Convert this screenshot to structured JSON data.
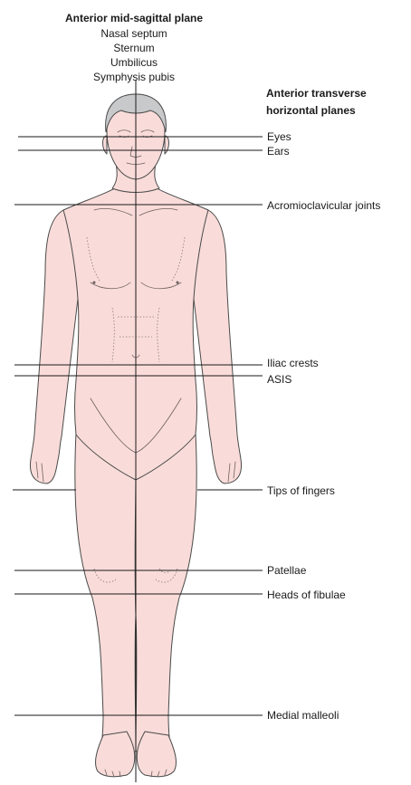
{
  "sagittal": {
    "title": "Anterior mid-sagittal plane",
    "landmarks": [
      "Nasal septum",
      "Sternum",
      "Umbilicus",
      "Symphysis pubis"
    ]
  },
  "transverse": {
    "title_line1": "Anterior transverse",
    "title_line2": "horizontal planes",
    "planes": [
      {
        "label": "Eyes"
      },
      {
        "label": "Ears"
      },
      {
        "label": "Acromioclavicular joints"
      },
      {
        "label": "Iliac crests"
      },
      {
        "label": "ASIS"
      },
      {
        "label": "Tips of fingers"
      },
      {
        "label": "Patellae"
      },
      {
        "label": "Heads of fibulae"
      },
      {
        "label": "Medial malleoli"
      }
    ]
  },
  "colors": {
    "skin": "#f9dcd9",
    "hair": "#c8c9cb",
    "line": "#1a1a1a"
  }
}
